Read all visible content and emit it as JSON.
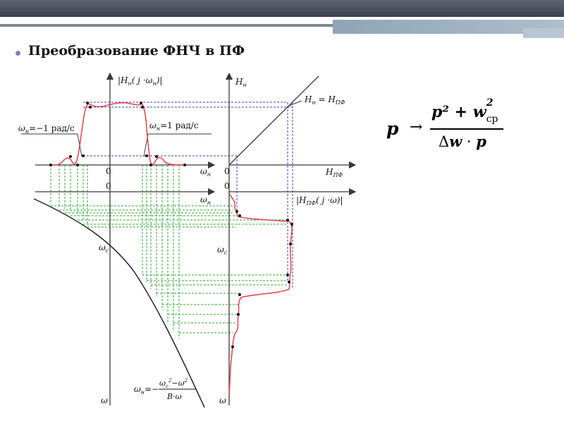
{
  "slide": {
    "title": "Преобразование ФНЧ в ПФ",
    "colors": {
      "top_band": "#4a505a",
      "bullet": "#8c7bb8",
      "curve": "#e5404a",
      "axes": "#3a3a3a",
      "blue_guides": "#3c3cd2",
      "green_guides": "#2da52d"
    }
  },
  "diagram": {
    "label_Hn_jw": "|H",
    "label_Hn_jw_sub": "н",
    "label_Hn_jw_rest": "( j ·ω",
    "label_Hn_jw_sub2": "н",
    "label_Hn_jw_end": ")|",
    "label_Hn": "H",
    "label_Hn_sub": "н",
    "label_Hn_eq": "H",
    "label_Hn_eq_sub": "н",
    "label_Hn_eq_mid": " = H",
    "label_Hn_eq_sub2": "ПФ",
    "label_wn_minus": "ω",
    "label_wn_minus_sub": "н",
    "label_wn_minus_rest": "=−1  рад/с",
    "label_wn_plus": "ω",
    "label_wn_plus_sub": "н",
    "label_wn_plus_rest": "=1  рад/с",
    "label_zero_1": "0",
    "label_zero_2": "0",
    "label_zero_3": "0",
    "label_zero_4": "0",
    "label_wn_axis1": "ω",
    "label_wn_axis1_sub": "н",
    "label_wn_axis2": "ω",
    "label_wn_axis2_sub": "н",
    "label_H_PF": "H",
    "label_H_PF_sub": "ПФ",
    "label_H_PF_jw": "|H",
    "label_H_PF_jw_sub": "ПФ",
    "label_H_PF_jw_rest": "( j ·ω)|",
    "label_wc_left": "ω",
    "label_wc_left_sub": "c",
    "label_wc_right": "ω",
    "label_wc_right_sub": "c",
    "label_w_left": "ω",
    "label_w_right": "ω",
    "label_map_lhs": "ω",
    "label_map_lhs_sub": "н",
    "label_map_eq": "=−",
    "label_map_num": "ω",
    "label_map_num_sub": "c",
    "label_map_num_sup": "2",
    "label_map_num_rest": "−ω",
    "label_map_num_sup2": "2",
    "label_map_den": "B·ω"
  },
  "formula": {
    "lhs": "p",
    "arrow": "→",
    "numerator": "p² + w",
    "numerator_sup": "2",
    "numerator_sub": "ср",
    "denominator_delta": "Δ",
    "denominator_w": "w",
    "denominator_dot": " · ",
    "denominator_p": "p"
  }
}
